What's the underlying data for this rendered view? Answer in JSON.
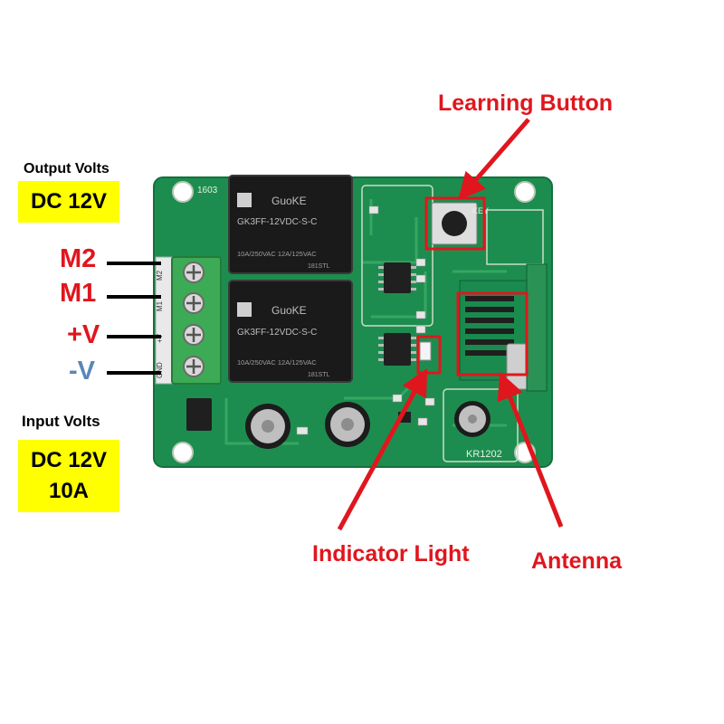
{
  "output_volts": {
    "title": "Output Volts",
    "value": "DC 12V"
  },
  "input_volts": {
    "title": "Input Volts",
    "value_line1": "DC 12V",
    "value_line2": "10A"
  },
  "terminals": [
    {
      "label": "M2",
      "color": "#e0161e"
    },
    {
      "label": "M1",
      "color": "#e0161e"
    },
    {
      "label": "+V",
      "color": "#e0161e"
    },
    {
      "label": "-V",
      "color": "#5b86b8"
    }
  ],
  "callouts": {
    "learning_button": "Learning Button",
    "indicator_light": "Indicator Light",
    "antenna": "Antenna"
  },
  "board": {
    "model_top": "1603",
    "model_bottom": "KR1202",
    "key_label": "KEY",
    "relay_brand": "GuoKE",
    "relay_model": "GK3FF-12VDC-S-C",
    "relay_rating": "10A/250VAC 12A/125VAC",
    "relay_code": "181STL",
    "terminal_silk": [
      "M2",
      "M1",
      "+V",
      "GND"
    ]
  },
  "colors": {
    "pcb": "#1a8a4e",
    "relay": "#1c1c1c",
    "terminal_block": "#3daa55",
    "callout_red": "#e0161e",
    "highlight_yellow": "#ffff00"
  }
}
